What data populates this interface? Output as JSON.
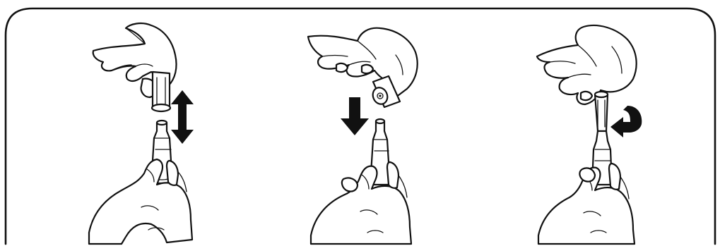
{
  "figure": {
    "steps": [
      {
        "action": "remove-cap",
        "arrow": "double-vertical"
      },
      {
        "action": "invert-cap-pierce",
        "arrow": "down"
      },
      {
        "action": "screw-cap-on",
        "arrow": "curved-rotate"
      }
    ]
  },
  "colors": {
    "ink": "#111111",
    "paper": "#ffffff"
  }
}
